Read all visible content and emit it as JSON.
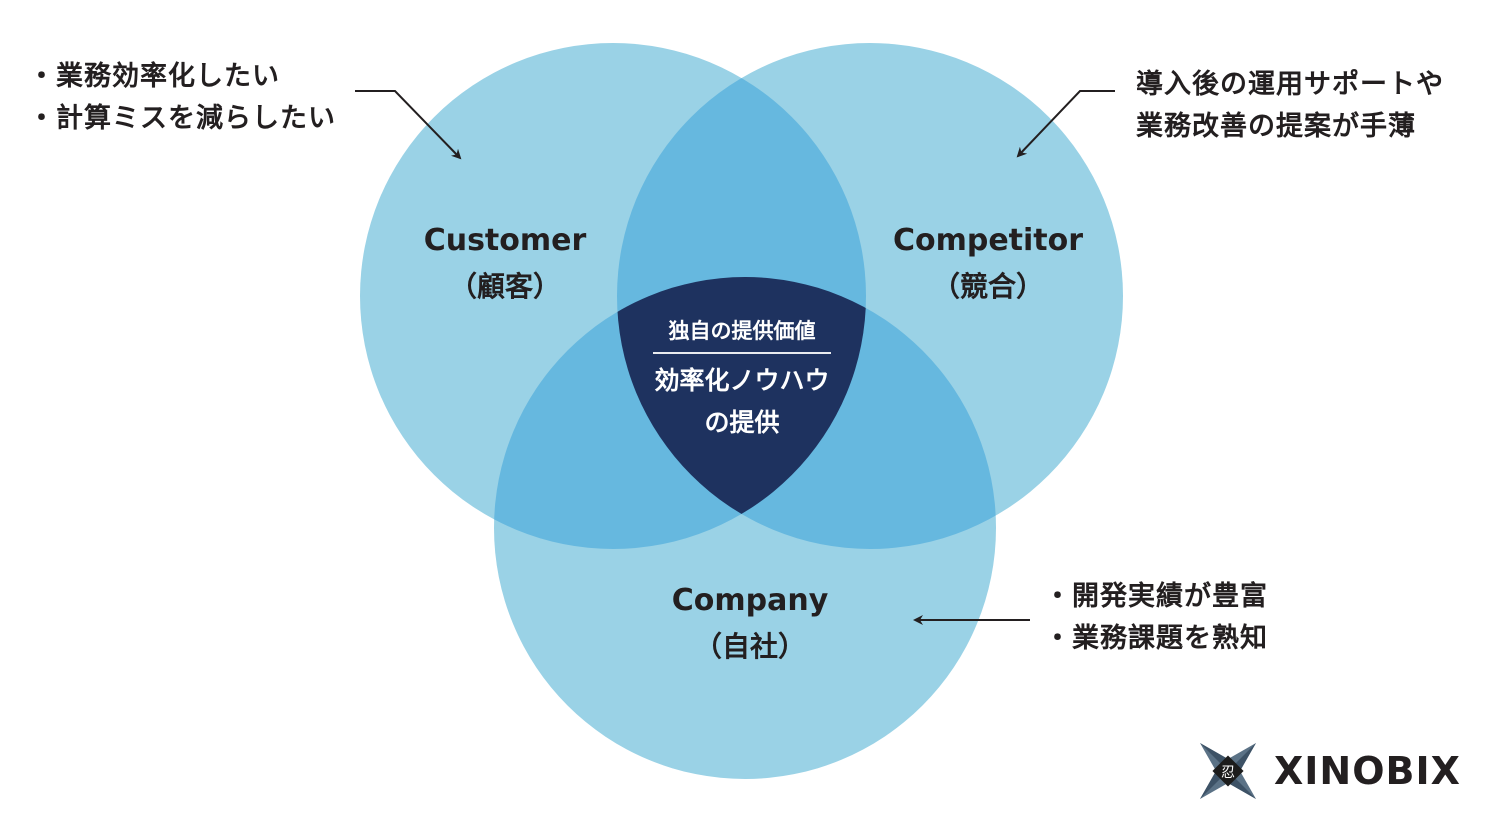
{
  "colors": {
    "circle": "#9AD2E6",
    "overlap": "#66B8DF",
    "center": "#1E325F",
    "text": "#231F20",
    "center_text": "#FFFFFF"
  },
  "circles": {
    "customer": {
      "en": "Customer",
      "jp": "（顧客）"
    },
    "competitor": {
      "en": "Competitor",
      "jp": "（競合）"
    },
    "company": {
      "en": "Company",
      "jp": "（自社）"
    }
  },
  "center": {
    "title": "独自の提供価値",
    "value_line1": "効率化ノウハウ",
    "value_line2": "の提供"
  },
  "notes": {
    "customer": [
      "・業務効率化したい",
      "・計算ミスを減らしたい"
    ],
    "competitor": [
      "導入後の運用サポートや",
      "業務改善の提案が手薄"
    ],
    "company": [
      "・開発実績が豊富",
      "・業務課題を熟知"
    ]
  },
  "logo": {
    "text": "XINOBIX",
    "icon": "shuriken-icon"
  }
}
